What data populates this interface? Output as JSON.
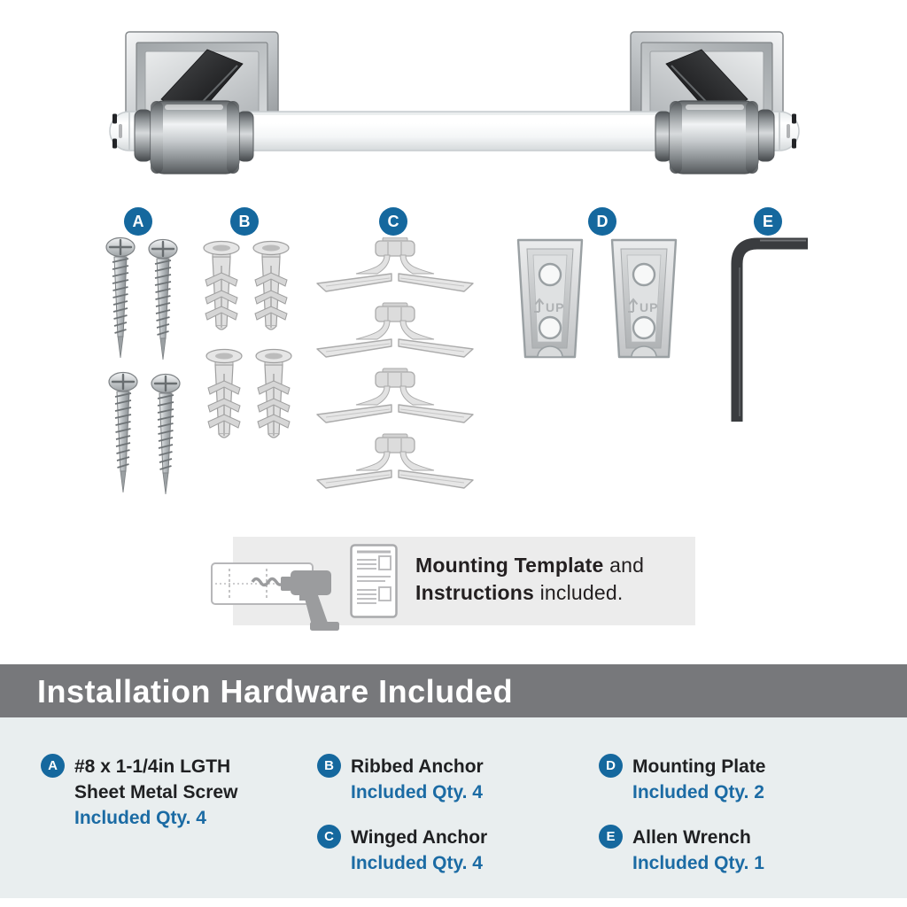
{
  "colors": {
    "accent_blue": "#15689e",
    "qty_text_blue": "#1b6ba4",
    "banner_background": "#77787b",
    "banner_text": "#ffffff",
    "legend_background": "#e9eeef",
    "note_box_background": "#ececec",
    "body_text": "#231f20"
  },
  "diagram": {
    "part_labels": [
      "A",
      "B",
      "C",
      "D",
      "E"
    ],
    "plate_embossed_text": "UP"
  },
  "note": {
    "line1_bold": "Mounting Template",
    "line1_rest": " and",
    "line2_bold": "Instructions",
    "line2_rest": " included."
  },
  "banner": {
    "title": "Installation Hardware Included"
  },
  "legend": {
    "items": [
      {
        "id": "A",
        "name_lines": [
          "#8 x 1-1/4in LGTH",
          "Sheet Metal Screw"
        ],
        "qty": "Included Qty. 4"
      },
      {
        "id": "B",
        "name_lines": [
          "Ribbed Anchor"
        ],
        "qty": "Included Qty. 4"
      },
      {
        "id": "C",
        "name_lines": [
          "Winged Anchor"
        ],
        "qty": "Included Qty. 4"
      },
      {
        "id": "D",
        "name_lines": [
          "Mounting Plate"
        ],
        "qty": "Included Qty. 2"
      },
      {
        "id": "E",
        "name_lines": [
          "Allen Wrench"
        ],
        "qty": "Included Qty. 1"
      }
    ]
  }
}
